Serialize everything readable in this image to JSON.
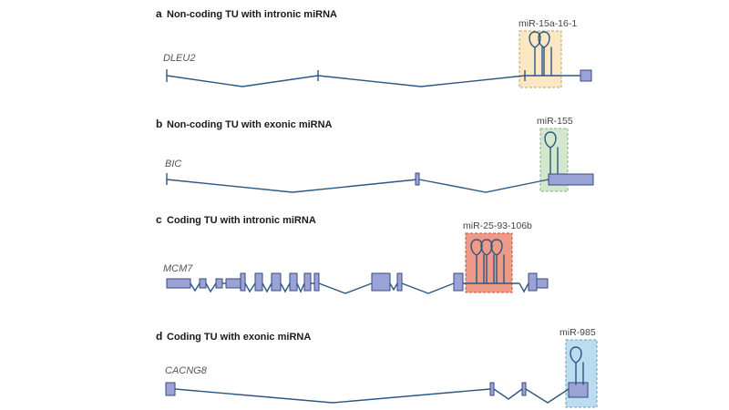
{
  "colors": {
    "intron": "#2b5784",
    "exon_fill": "#9aa3d6",
    "exon_stroke": "#3a4880",
    "box_a_fill": "#fbe7c3",
    "box_a_stroke": "#c9a35a",
    "box_b_fill": "#d4e6cc",
    "box_b_stroke": "#8fae82",
    "box_c_fill": "#ef9a86",
    "box_c_stroke": "#b55a45",
    "box_d_fill": "#bcdcf0",
    "box_d_stroke": "#6c9ec0"
  },
  "panels": {
    "a": {
      "letter": "a",
      "title": "Non-coding TU with intronic miRNA",
      "gene": "DLEU2",
      "mirna": "miR-15a-16-1"
    },
    "b": {
      "letter": "b",
      "title": "Non-coding TU with exonic miRNA",
      "gene": "BIC",
      "mirna": "miR-155"
    },
    "c": {
      "letter": "c",
      "title": "Coding TU with intronic miRNA",
      "gene": "MCM7",
      "mirna": "miR-25-93-106b"
    },
    "d": {
      "letter": "d",
      "title": "Coding TU with exonic miRNA",
      "gene": "CACNG8",
      "mirna": "miR-985"
    }
  }
}
